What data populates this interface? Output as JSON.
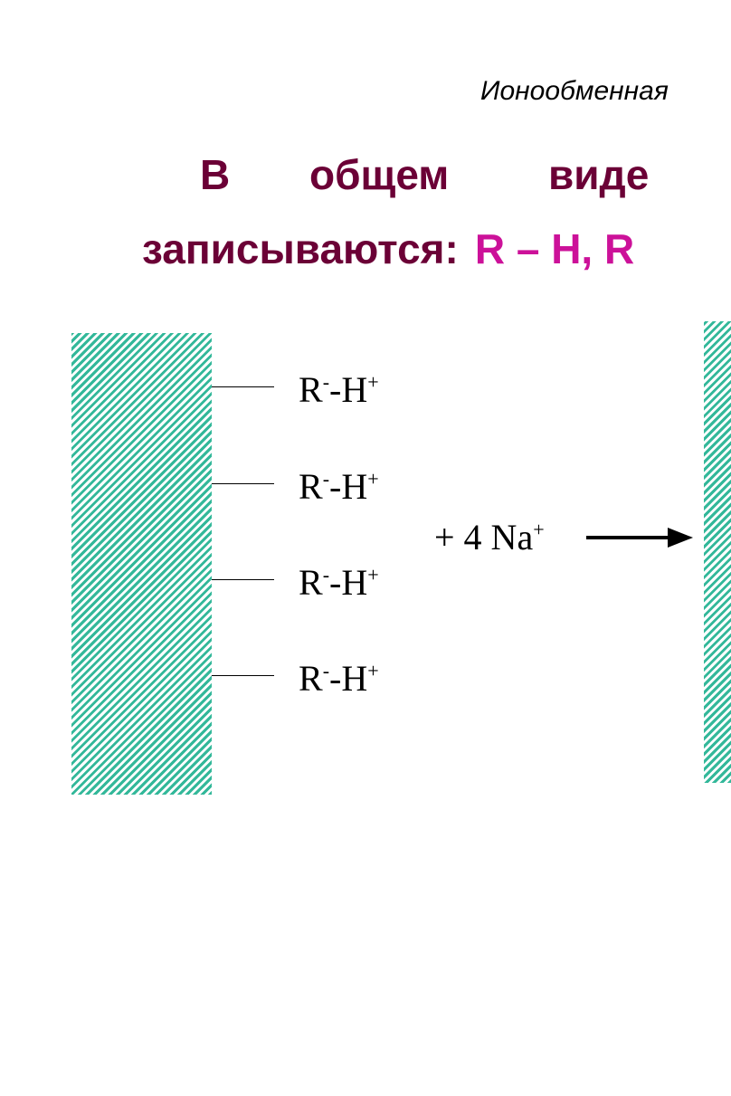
{
  "header": {
    "text": "Ионообменная"
  },
  "intro_line": {
    "word1": "В",
    "word2": "общем",
    "word3": "виде"
  },
  "second_line": {
    "text": "записываются:",
    "formula": "R – H,  R"
  },
  "diagram": {
    "groups": [
      {
        "base": "R",
        "charge1": "-",
        "mid": "-H",
        "charge2": "+"
      },
      {
        "base": "R",
        "charge1": "-",
        "mid": "-H",
        "charge2": "+"
      },
      {
        "base": "R",
        "charge1": "-",
        "mid": "-H",
        "charge2": "+"
      },
      {
        "base": "R",
        "charge1": "-",
        "mid": "-H",
        "charge2": "+"
      }
    ],
    "reagent": {
      "prefix": "+ 4 Na",
      "charge": "+"
    }
  },
  "colors": {
    "title": "#6b0036",
    "formula": "#cc1199",
    "hatch": "#33b89a"
  }
}
